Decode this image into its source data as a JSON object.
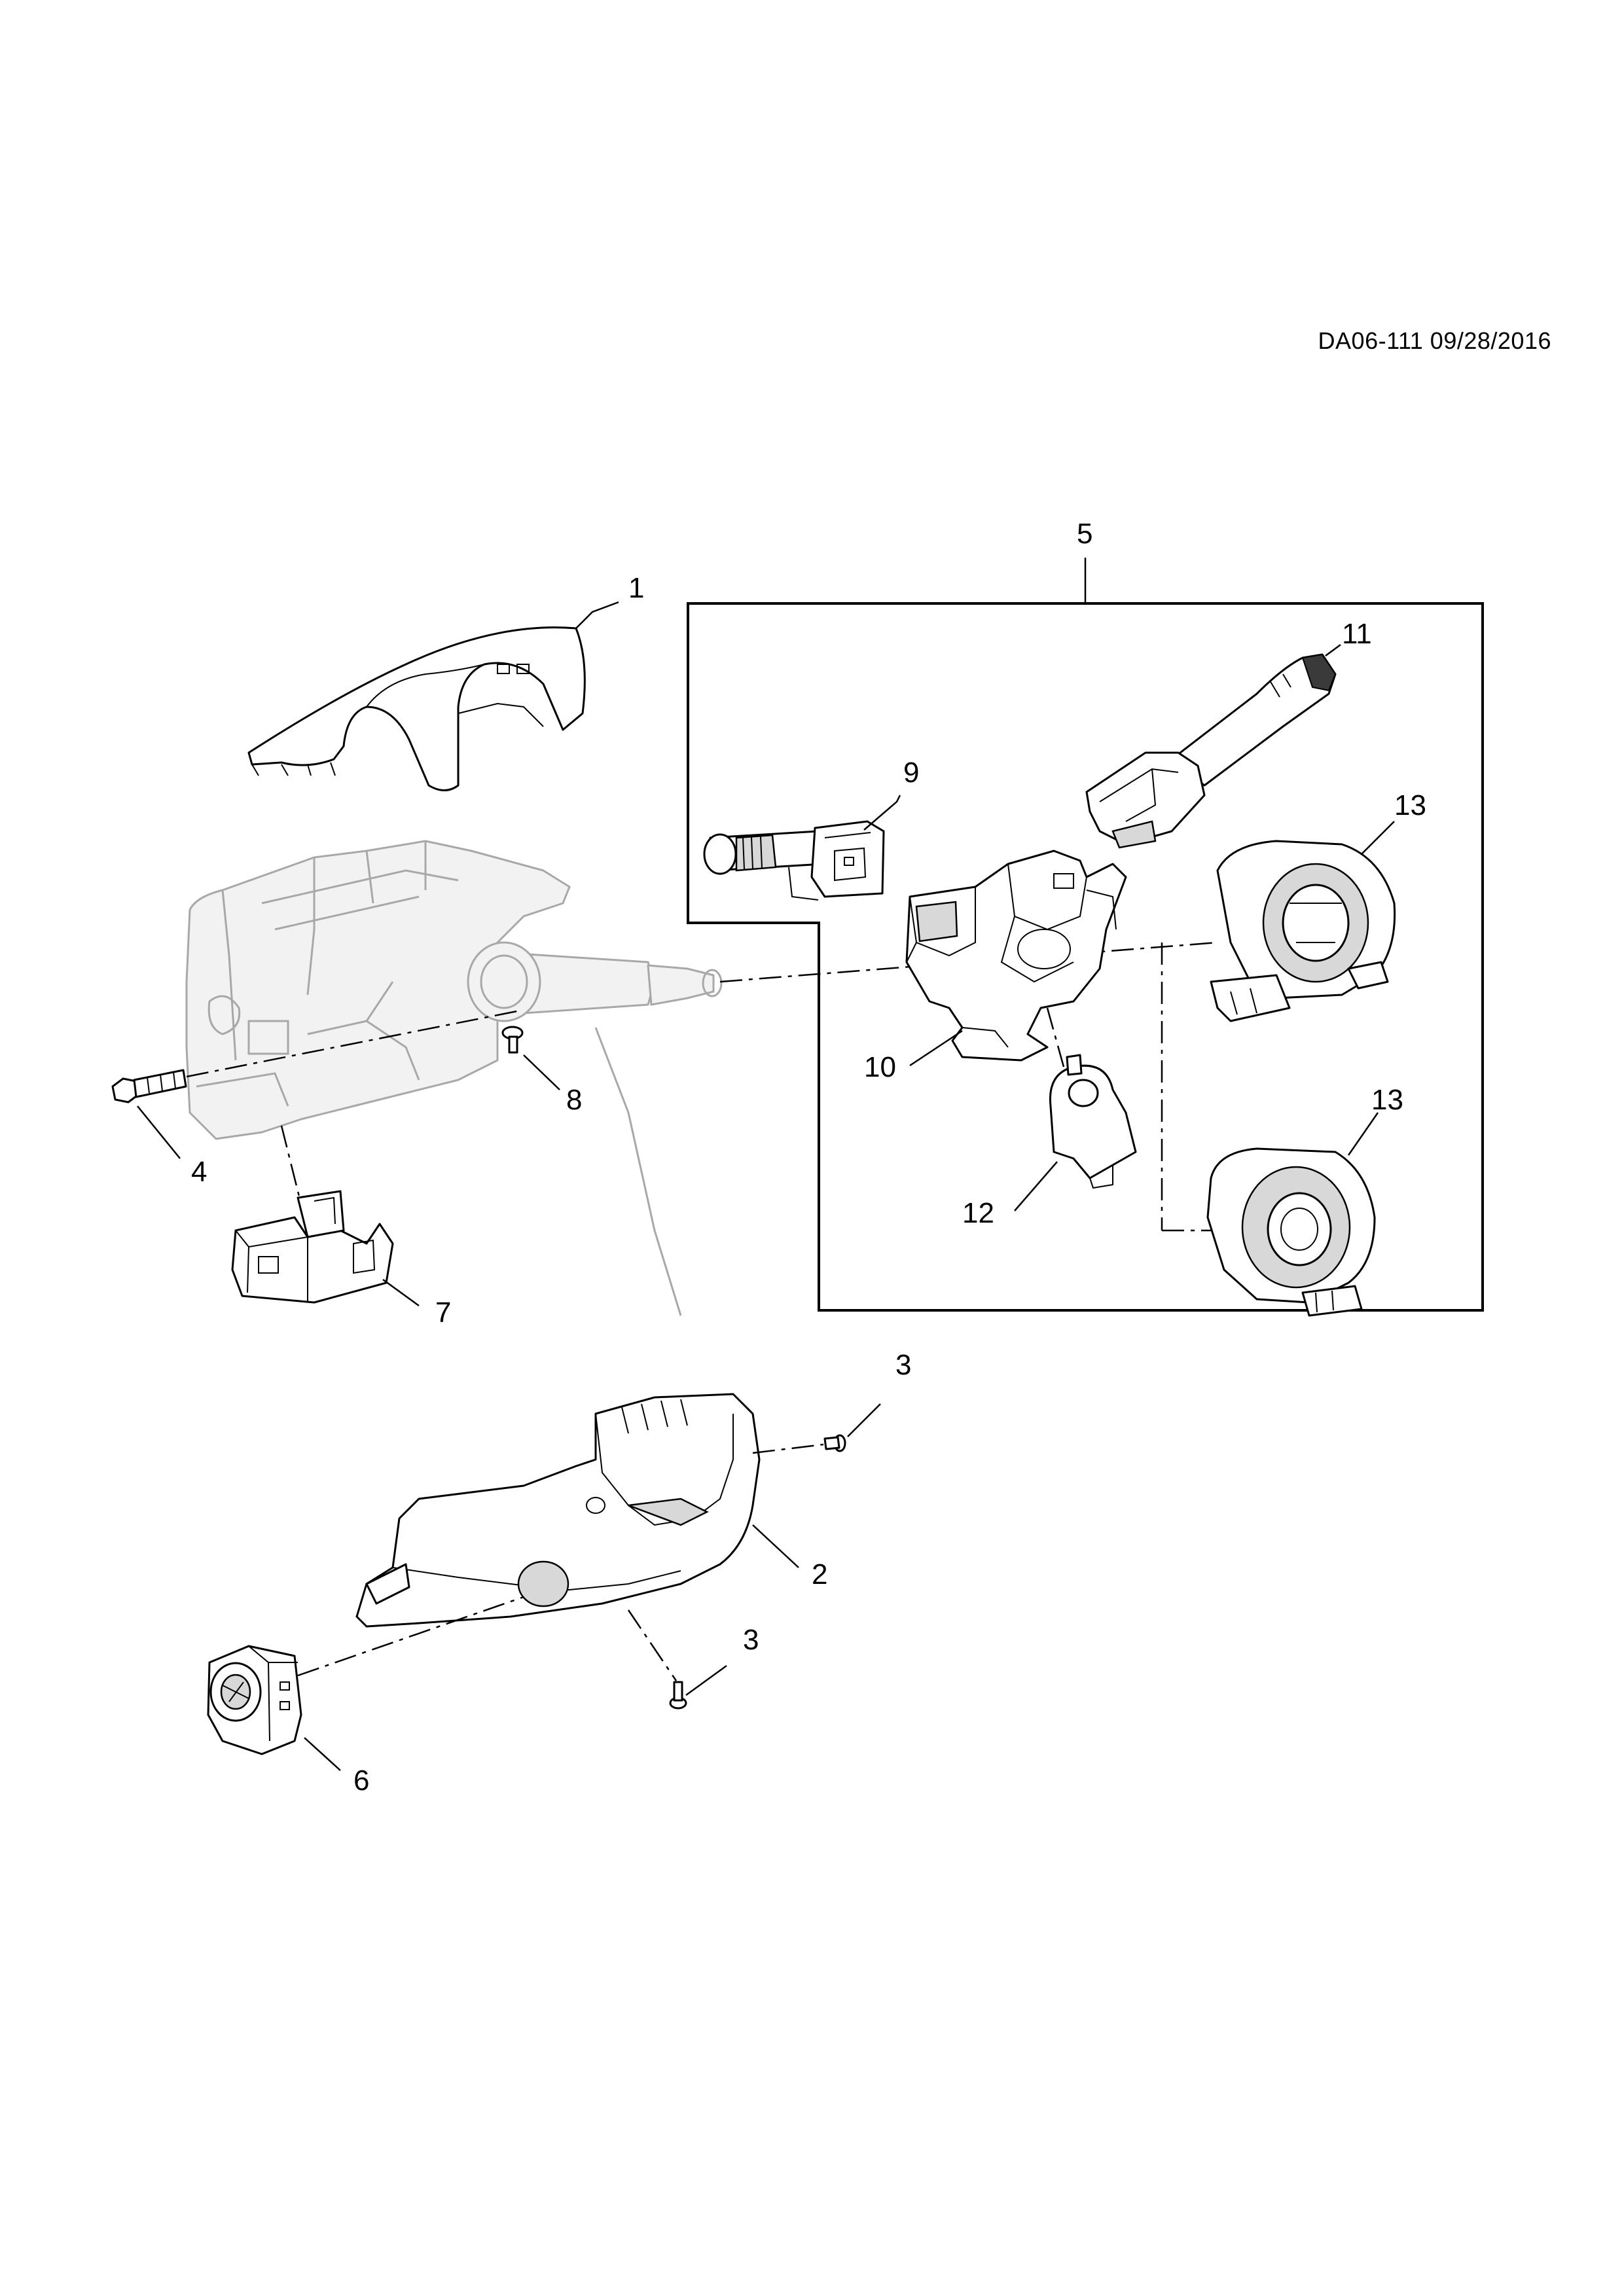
{
  "reference": "DA06-111 09/28/2016",
  "callouts": {
    "c1": "1",
    "c2": "2",
    "c3a": "3",
    "c3b": "3",
    "c4": "4",
    "c5": "5",
    "c6": "6",
    "c7": "7",
    "c8": "8",
    "c9": "9",
    "c10": "10",
    "c11": "11",
    "c12": "12",
    "c13a": "13",
    "c13b": "13"
  }
}
